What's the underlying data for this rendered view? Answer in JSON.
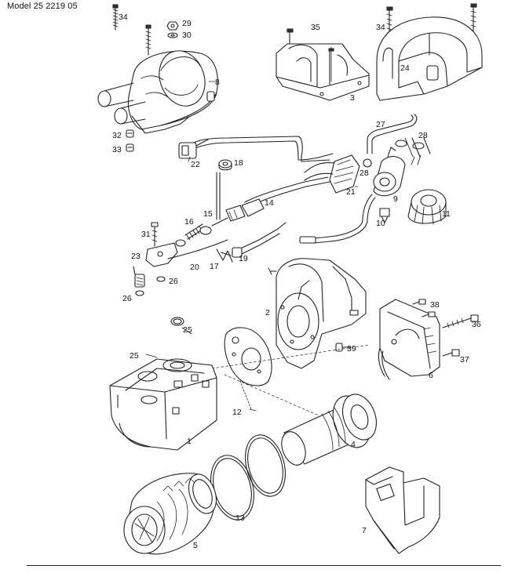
{
  "header": {
    "model": "Model 25 2219 05"
  },
  "callouts": {
    "p1": "1",
    "p2": "2",
    "p3": "3",
    "p4": "4",
    "p5": "5",
    "p6": "6",
    "p7": "7",
    "p8": "8",
    "p9": "9",
    "p10": "10",
    "p11": "11",
    "p12": "12",
    "p13": "13",
    "p14": "14",
    "p15": "15",
    "p16": "16",
    "p17": "17",
    "p18": "18",
    "p19": "19",
    "p20": "20",
    "p21": "21",
    "p22": "22",
    "p23": "23",
    "p24": "24",
    "p25a": "25",
    "p25b": "25",
    "p26a": "26",
    "p26b": "26",
    "p27": "27",
    "p28a": "28",
    "p28b": "28",
    "p29": "29",
    "p30": "30",
    "p31": "31",
    "p32": "32",
    "p33": "33",
    "p34a": "34",
    "p34b": "34",
    "p35": "35",
    "p36": "36",
    "p37": "37",
    "p38": "38",
    "p39": "39"
  }
}
